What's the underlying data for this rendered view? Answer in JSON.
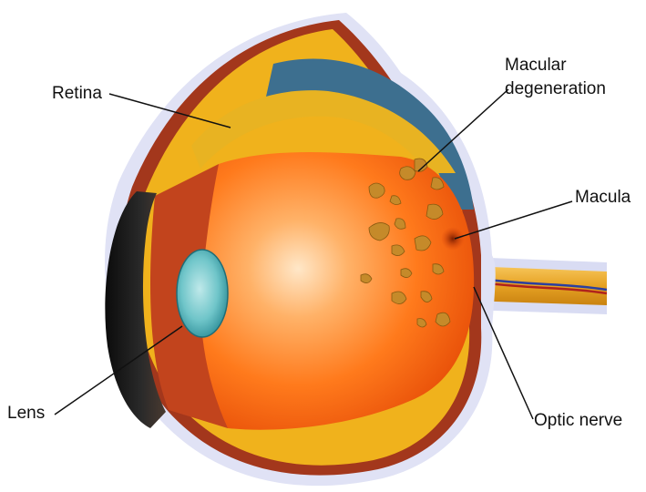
{
  "labels": {
    "retina": "Retina",
    "macular_degeneration_line1": "Macular",
    "macular_degeneration_line2": "degeneration",
    "macula": "Macula",
    "lens": "Lens",
    "optic_nerve": "Optic nerve"
  }
}
